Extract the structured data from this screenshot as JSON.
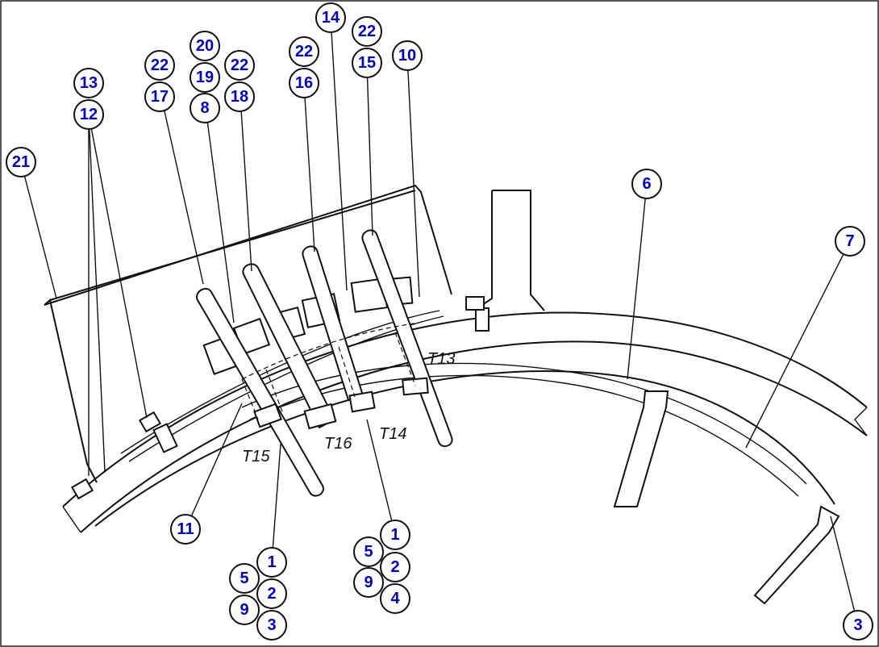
{
  "callouts": {
    "c21": "21",
    "c13": "13",
    "c12": "12",
    "c22a": "22",
    "c17": "17",
    "c20": "20",
    "c19": "19",
    "c8": "8",
    "c22b": "22",
    "c18": "18",
    "c22c": "22",
    "c16": "16",
    "c14": "14",
    "c22d": "22",
    "c15": "15",
    "c10": "10",
    "c6": "6",
    "c7": "7",
    "c11": "11",
    "c3": "3",
    "g1_1": "1",
    "g1_5": "5",
    "g1_2": "2",
    "g1_9": "9",
    "g1_3": "3",
    "g2_1": "1",
    "g2_5": "5",
    "g2_2": "2",
    "g2_9": "9",
    "g2_4": "4"
  },
  "terminals": {
    "t13": "T13",
    "t14": "T14",
    "t15": "T15",
    "t16": "T16"
  }
}
